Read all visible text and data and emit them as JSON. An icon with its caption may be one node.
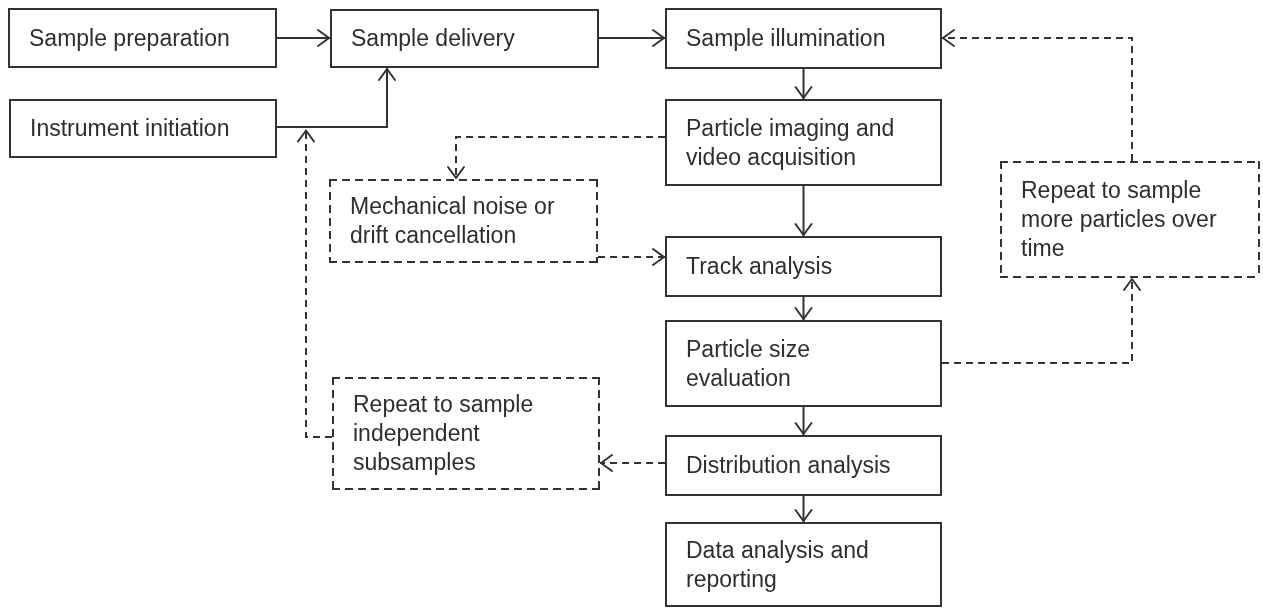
{
  "diagram": {
    "nodes": [
      {
        "text": [
          "Sample preparation"
        ]
      },
      {
        "text": [
          "Sample delivery"
        ]
      },
      {
        "text": [
          "Sample illumination"
        ]
      },
      {
        "text": [
          "Instrument initiation"
        ]
      },
      {
        "text": [
          "Particle imaging and video acquisition"
        ]
      },
      {
        "text": [
          "Mechanical noise or drift cancellation"
        ]
      },
      {
        "text": [
          "Repeat to sample more particles over time"
        ]
      },
      {
        "text": [
          "Track analysis"
        ]
      },
      {
        "text": [
          "Particle size evaluation"
        ]
      },
      {
        "text": [
          "Repeat to sample independent subsamples"
        ]
      },
      {
        "text": [
          "Distribution analysis"
        ]
      },
      {
        "text": [
          "Data analysis and reporting"
        ]
      }
    ],
    "edges": [
      {
        "from": 0,
        "to": 1,
        "arrow": "to"
      },
      {
        "from": 1,
        "to": 2,
        "arrow": "to"
      },
      {
        "from": 3,
        "to": 1,
        "arrow": "to"
      },
      {
        "from": 2,
        "to": 4,
        "arrow": "to"
      },
      {
        "from": 4,
        "to": 5,
        "arrow": "to",
        "style": "dashed"
      },
      {
        "from": 4,
        "to": 7,
        "arrow": "to"
      },
      {
        "from": 5,
        "to": 7,
        "arrow": "to",
        "style": "dashed"
      },
      {
        "from": 7,
        "to": 8,
        "arrow": "to"
      },
      {
        "from": 8,
        "to": 6,
        "arrow": "to",
        "style": "dashed"
      },
      {
        "from": 6,
        "to": 2,
        "arrow": "to",
        "style": "dashed"
      },
      {
        "from": 8,
        "to": 10,
        "arrow": "to"
      },
      {
        "from": 10,
        "to": 9,
        "arrow": "to",
        "style": "dashed"
      },
      {
        "from": 9,
        "to": 3,
        "arrow": "to",
        "style": "dashed"
      },
      {
        "from": 10,
        "to": 11,
        "arrow": "to"
      }
    ]
  }
}
